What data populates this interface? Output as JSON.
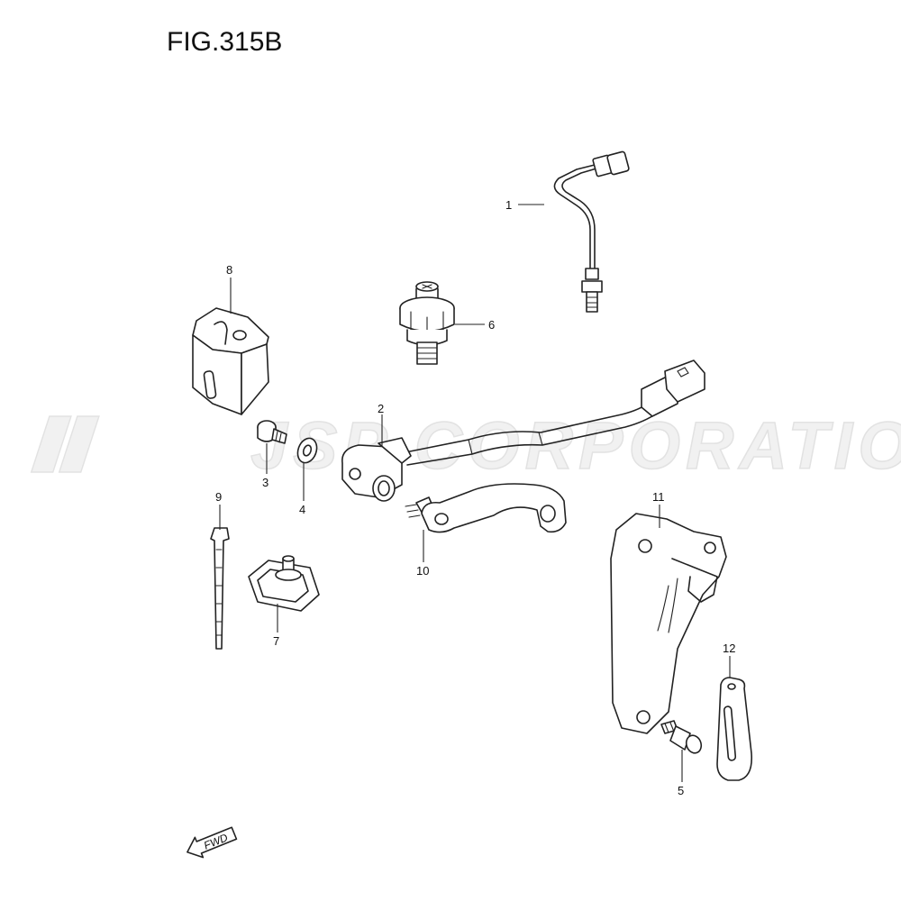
{
  "figure": {
    "title": "FIG.315B"
  },
  "watermark": {
    "text": "JSP CORPORATION"
  },
  "fwd_label": "FWD",
  "callouts": [
    {
      "id": "c1",
      "label": "1"
    },
    {
      "id": "c2",
      "label": "2"
    },
    {
      "id": "c3",
      "label": "3"
    },
    {
      "id": "c4",
      "label": "4"
    },
    {
      "id": "c5",
      "label": "5"
    },
    {
      "id": "c6",
      "label": "6"
    },
    {
      "id": "c7",
      "label": "7"
    },
    {
      "id": "c8",
      "label": "8"
    },
    {
      "id": "c9",
      "label": "9"
    },
    {
      "id": "c10",
      "label": "10"
    },
    {
      "id": "c11",
      "label": "11"
    },
    {
      "id": "c12",
      "label": "12"
    }
  ]
}
